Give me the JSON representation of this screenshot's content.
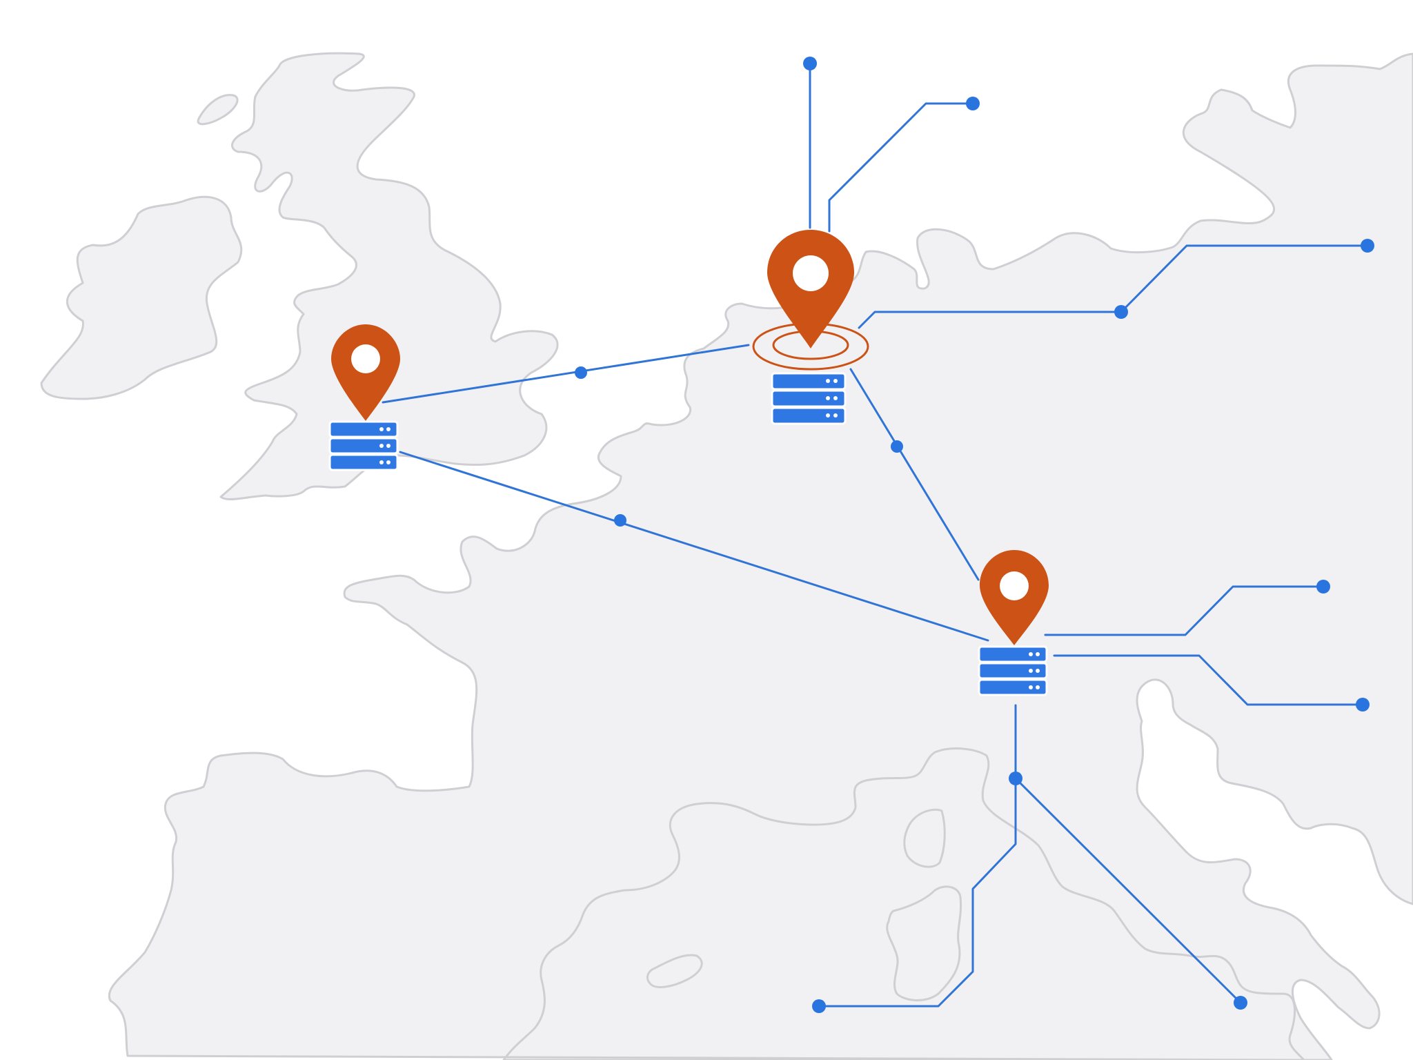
{
  "map": {
    "kind": "network-topology-map",
    "region": "Western Europe",
    "colors": {
      "land_fill": "#f1f1f3",
      "land_outline": "#cfcfd3",
      "link_line": "#2f74d6",
      "link_node": "#2a74e0",
      "pin": "#cc5215",
      "server": "#2f78e4",
      "background": "#ffffff"
    },
    "locations": [
      {
        "id": "london",
        "icon": "map-pin-icon",
        "device": "server-rack-icon",
        "highlighted": false
      },
      {
        "id": "central-hub",
        "icon": "map-pin-icon",
        "device": "server-rack-icon",
        "highlighted": true,
        "indicator": "pulse-ring"
      },
      {
        "id": "alpine",
        "icon": "map-pin-icon",
        "device": "server-rack-icon",
        "highlighted": false
      }
    ],
    "connections": [
      {
        "from": "london",
        "to": "central-hub"
      },
      {
        "from": "london",
        "to": "alpine"
      },
      {
        "from": "central-hub",
        "to": "alpine"
      }
    ],
    "external_links": [
      {
        "from": "central-hub",
        "direction": "north"
      },
      {
        "from": "central-hub",
        "direction": "north-east"
      },
      {
        "from": "central-hub",
        "direction": "east"
      },
      {
        "from": "alpine",
        "direction": "east"
      },
      {
        "from": "alpine",
        "direction": "south-east"
      },
      {
        "from": "alpine",
        "direction": "south-east"
      },
      {
        "from": "alpine",
        "direction": "south-west"
      }
    ]
  }
}
